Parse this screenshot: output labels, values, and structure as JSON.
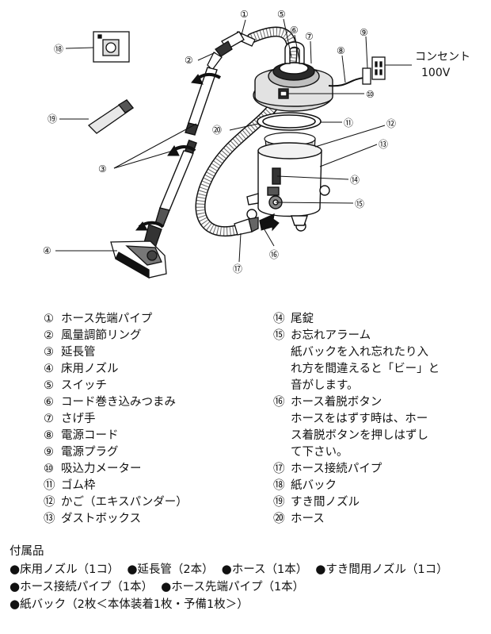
{
  "diagram": {
    "callouts": [
      "①",
      "②",
      "③",
      "④",
      "⑤",
      "⑥",
      "⑦",
      "⑧",
      "⑨",
      "⑩",
      "⑪",
      "⑫",
      "⑬",
      "⑭",
      "⑮",
      "⑯",
      "⑰",
      "⑱",
      "⑲",
      "⑳"
    ],
    "outlet_label": "コンセント",
    "outlet_voltage": "100V"
  },
  "parts_left": [
    {
      "num": "①",
      "name": "ホース先端パイプ"
    },
    {
      "num": "②",
      "name": "風量調節リング"
    },
    {
      "num": "③",
      "name": "延長管"
    },
    {
      "num": "④",
      "name": "床用ノズル"
    },
    {
      "num": "⑤",
      "name": "スイッチ"
    },
    {
      "num": "⑥",
      "name": "コード巻き込みつまみ"
    },
    {
      "num": "⑦",
      "name": "さげ手"
    },
    {
      "num": "⑧",
      "name": "電源コード"
    },
    {
      "num": "⑨",
      "name": "電源プラグ"
    },
    {
      "num": "⑩",
      "name": "吸込力メーター"
    },
    {
      "num": "⑪",
      "name": "ゴム枠"
    },
    {
      "num": "⑫",
      "name": "かご（エキスパンダー）"
    },
    {
      "num": "⑬",
      "name": "ダストボックス"
    }
  ],
  "parts_right": [
    {
      "num": "⑭",
      "name": "尾錠"
    },
    {
      "num": "⑮",
      "name": "お忘れアラーム\n紙バックを入れ忘れたり入\nれ方を間違えると「ビー」と\n音がします。"
    },
    {
      "num": "⑯",
      "name": "ホース着脱ボタン\nホースをはずす時は、ホー\nス着脱ボタンを押しはずし\nて下さい。"
    },
    {
      "num": "⑰",
      "name": "ホース接続パイプ"
    },
    {
      "num": "⑱",
      "name": "紙バック"
    },
    {
      "num": "⑲",
      "name": "すき間ノズル"
    },
    {
      "num": "⑳",
      "name": "ホース"
    }
  ],
  "accessories": {
    "title": "付属品",
    "bullet": "●",
    "lines": [
      [
        "床用ノズル（1コ）",
        "延長管（2本）",
        "ホース（1本）",
        "すき間用ノズル（1コ）"
      ],
      [
        "ホース接続パイプ（1本）",
        "ホース先端パイプ（1本）"
      ],
      [
        "紙バック（2枚＜本体装着1枚・予備1枚＞）"
      ]
    ]
  }
}
